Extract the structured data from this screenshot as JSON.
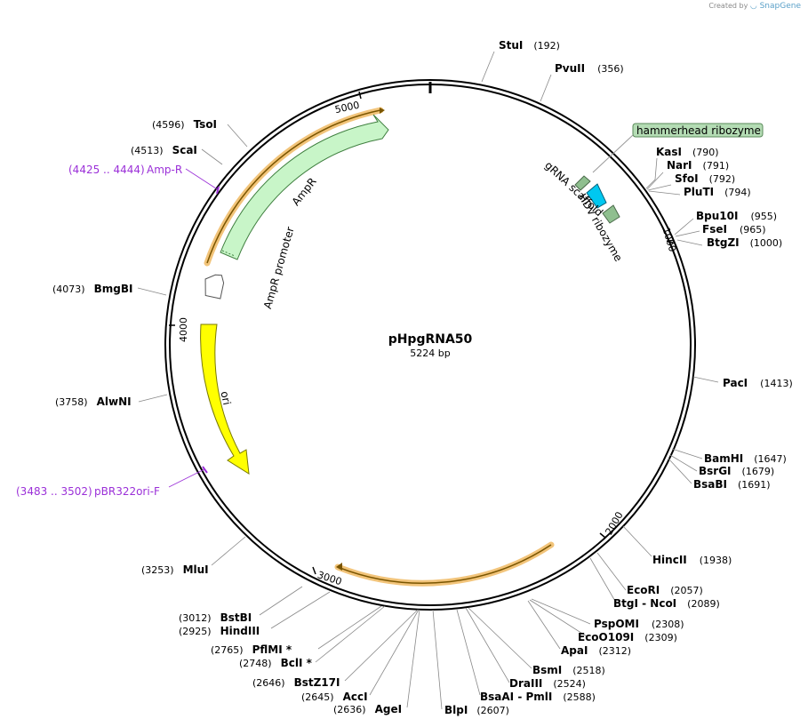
{
  "watermark": {
    "created_by": "Created by",
    "brand": "SnapGene"
  },
  "plasmid": {
    "name": "pHpgRNA50",
    "length": "5224 bp"
  },
  "ticks": [
    "1000",
    "2000",
    "3000",
    "4000",
    "5000"
  ],
  "features": {
    "ampr": "AmpR",
    "ampr_promoter": "AmpR promoter",
    "ori": "ori",
    "gRNA_scaffold": "gRNA scaffold",
    "hdv": "HDV ribozyme",
    "hammerhead": "hammerhead ribozyme"
  },
  "primers": [
    {
      "range": "(4425 .. 4444)",
      "name": "Amp-R"
    },
    {
      "range": "(3483 .. 3502)",
      "name": "pBR322ori-F"
    }
  ],
  "sites": [
    {
      "name": "StuI",
      "pos": "(192)"
    },
    {
      "name": "PvuII",
      "pos": "(356)"
    },
    {
      "name": "KasI",
      "pos": "(790)"
    },
    {
      "name": "NarI",
      "pos": "(791)"
    },
    {
      "name": "SfoI",
      "pos": "(792)"
    },
    {
      "name": "PluTI",
      "pos": "(794)"
    },
    {
      "name": "Bpu10I",
      "pos": "(955)"
    },
    {
      "name": "FseI",
      "pos": "(965)"
    },
    {
      "name": "BtgZI",
      "pos": "(1000)"
    },
    {
      "name": "PacI",
      "pos": "(1413)"
    },
    {
      "name": "BamHI",
      "pos": "(1647)"
    },
    {
      "name": "BsrGI",
      "pos": "(1679)"
    },
    {
      "name": "BsaBI",
      "pos": "(1691)"
    },
    {
      "name": "HincII",
      "pos": "(1938)"
    },
    {
      "name": "EcoRI",
      "pos": "(2057)"
    },
    {
      "name": "BtgI",
      "sep": " - ",
      "name2": "NcoI",
      "pos": "(2089)"
    },
    {
      "name": "PspOMI",
      "pos": "(2308)"
    },
    {
      "name": "EcoO109I",
      "pos": "(2309)"
    },
    {
      "name": "ApaI",
      "pos": "(2312)"
    },
    {
      "name": "BsmI",
      "pos": "(2518)"
    },
    {
      "name": "DraIII",
      "pos": "(2524)"
    },
    {
      "name": "BsaAI",
      "sep": " - ",
      "name2": "PmlI",
      "pos": "(2588)"
    },
    {
      "name": "BlpI",
      "pos": "(2607)"
    },
    {
      "name": "AgeI",
      "pos": "(2636)"
    },
    {
      "name": "AccI",
      "pos": "(2645)"
    },
    {
      "name": "BstZ17I",
      "pos": "(2646)"
    },
    {
      "name": "BclI *",
      "pos": "(2748)"
    },
    {
      "name": "PflMI *",
      "pos": "(2765)"
    },
    {
      "name": "HindIII",
      "pos": "(2925)"
    },
    {
      "name": "BstBI",
      "pos": "(3012)"
    },
    {
      "name": "MluI",
      "pos": "(3253)"
    },
    {
      "name": "AlwNI",
      "pos": "(3758)"
    },
    {
      "name": "BmgBI",
      "pos": "(4073)"
    },
    {
      "name": "ScaI",
      "pos": "(4513)"
    },
    {
      "name": "TsoI",
      "pos": "(4596)"
    }
  ],
  "colors": {
    "ampr": "#c8f5c8",
    "ori": "#ffff00",
    "gRNA": "#8fbf8f",
    "hdv": "#00c8f0",
    "primer": "#9b30d8",
    "orf_glow": "#f2c47a",
    "orf_line": "#7a5500",
    "hammerhead_fill": "#b4dcb4"
  }
}
